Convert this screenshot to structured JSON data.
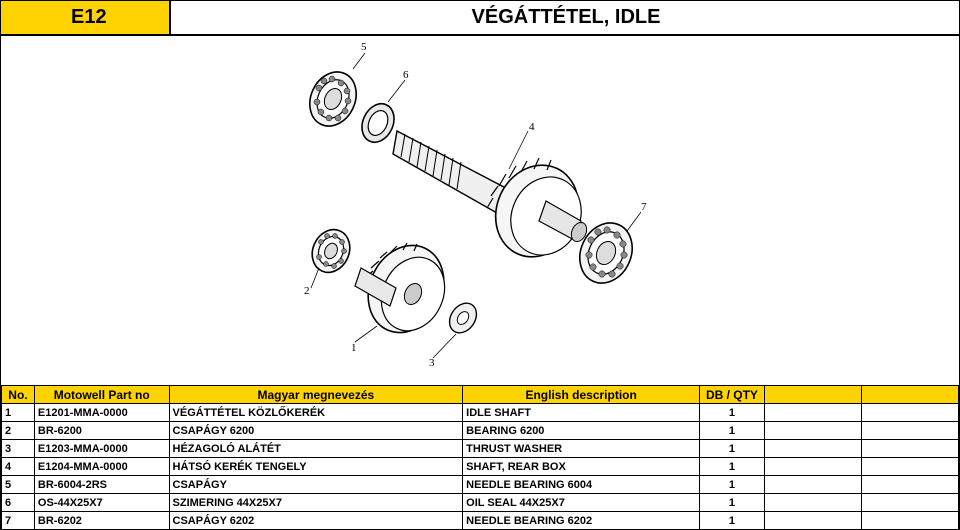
{
  "header": {
    "code": "E12",
    "title": "VÉGÁTTÉTEL, IDLE"
  },
  "diagram": {
    "callouts": [
      "5",
      "6",
      "4",
      "7",
      "2",
      "1",
      "3"
    ]
  },
  "table": {
    "columns": {
      "no": "No.",
      "part": "Motowell Part no",
      "hu": "Magyar megnevezés",
      "en": "English description",
      "qty": "DB / QTY"
    },
    "rows": [
      {
        "no": "1",
        "part": "E1201-MMA-0000",
        "hu": "VÉGÁTTÉTEL KÖZLŐKERÉK",
        "en": "IDLE SHAFT",
        "qty": "1"
      },
      {
        "no": "2",
        "part": "BR-6200",
        "hu": "CSAPÁGY 6200",
        "en": "BEARING 6200",
        "qty": "1"
      },
      {
        "no": "3",
        "part": "E1203-MMA-0000",
        "hu": "HÉZAGOLÓ ALÁTÉT",
        "en": "THRUST WASHER",
        "qty": "1"
      },
      {
        "no": "4",
        "part": "E1204-MMA-0000",
        "hu": "HÁTSÓ KERÉK TENGELY",
        "en": "SHAFT, REAR BOX",
        "qty": "1"
      },
      {
        "no": "5",
        "part": "BR-6004-2RS",
        "hu": "CSAPÁGY",
        "en": "NEEDLE BEARING 6004",
        "qty": "1"
      },
      {
        "no": "6",
        "part": "OS-44X25X7",
        "hu": "SZIMERING 44X25X7",
        "en": "OIL SEAL 44X25X7",
        "qty": "1"
      },
      {
        "no": "7",
        "part": "BR-6202",
        "hu": "CSAPÁGY 6202",
        "en": "NEEDLE BEARING 6202",
        "qty": "1"
      }
    ]
  }
}
